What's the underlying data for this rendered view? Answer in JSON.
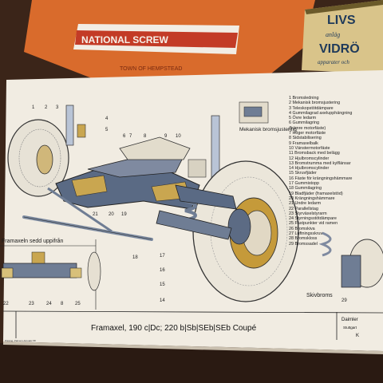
{
  "signs": {
    "left_top_text": "NATIONAL SCREW",
    "left_sub_text": "TOWN OF HEMPSTEAD",
    "right_line1": "LIVS",
    "right_line2": "anläg",
    "right_line3": "VIDRÖ",
    "right_line4": "apparater och"
  },
  "poster": {
    "title": "Framaxel, 190 c|Dc; 220 b|Sb|SEb|SEb Coupé",
    "inset_top_label": "Mekanisk bromsjustering",
    "inset_left_label": "Framaxeln sedd uppifrån",
    "disc_label": "Skivbroms",
    "disc_num": "29",
    "publisher_name": "Daimler",
    "publisher_city": "Stuttgart",
    "publisher_short": "K",
    "footer_note": "Printing: Palmers Artmatic 58",
    "callouts_top": [
      "1",
      "2",
      "3",
      "4",
      "5",
      "6",
      "7",
      "8",
      "9",
      "10"
    ],
    "callouts_mid": [
      "21",
      "20",
      "19",
      "18"
    ],
    "callouts_right": [
      "17",
      "16",
      "15",
      "14"
    ],
    "callouts_bottom": [
      "22",
      "23",
      "24",
      "8",
      "25"
    ],
    "legend": [
      "1 Bromsledning",
      "2 Mekanisk bromsjustering",
      "3 Teleskopstötdämpare",
      "4 Gummilagrad axelupphängning",
      "5 Övre ledarm",
      "6 Gummilagring",
      "(främre motorfäste)",
      "7 Höger motorfäste",
      "8 Sidstabilisering",
      "9 Framaxelbalk",
      "10 Vänstermotorfäste",
      "11 Bromsback med belägg",
      "12 Hjulbromscylinder",
      "13 Bromstrumma med kylflänsar",
      "14 Hjulbromscylinder",
      "15 Skruvfjäder",
      "16 Fäste för krängningshämmare",
      "17 Gummistopp",
      "18 Gummilagring",
      "19 Bladfjäder (framaxelstöd)",
      "20 Krängningshämmare",
      "21 Undre ledarm",
      "22 Parallellstag",
      "23 Styrväxelstyrarm",
      "24 Styrningsstötdämpare",
      "25 Fästpunkter vid ramen",
      "26 Bromskiva",
      "27 Luftningsskruv",
      "28 Bromskloss",
      "29 Bromssadel"
    ]
  }
}
